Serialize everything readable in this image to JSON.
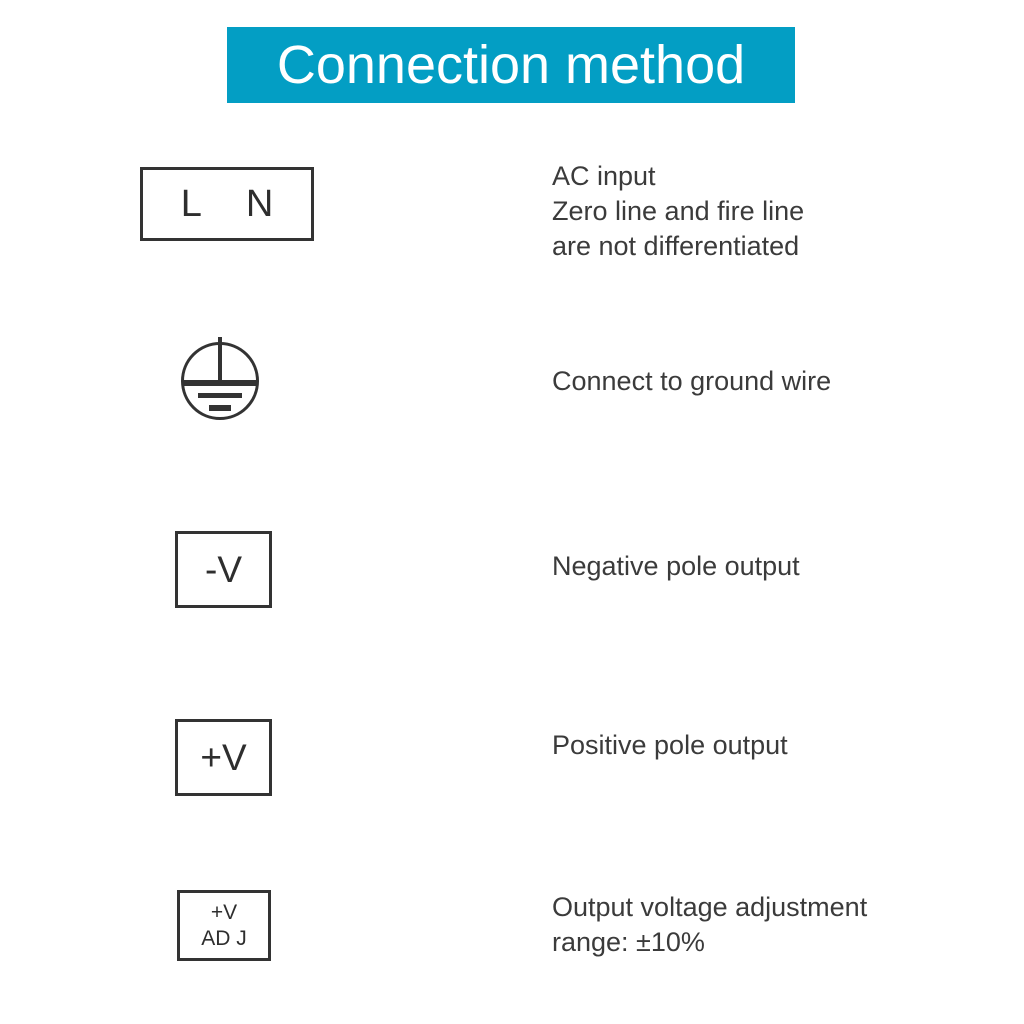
{
  "header": {
    "title": "Connection method",
    "background_color": "#039ec4",
    "text_color": "#ffffff"
  },
  "theme": {
    "page_background": "#ffffff",
    "text_color": "#3b3b3b",
    "line_color": "#333333"
  },
  "rows": [
    {
      "id": "ac-input",
      "symbol_type": "terminal-box",
      "symbol_labels": [
        "L",
        "N"
      ],
      "description": "AC input\nZero line and fire line\nare not differentiated"
    },
    {
      "id": "ground",
      "symbol_type": "protective-earth-symbol",
      "symbol_labels": [],
      "description": "Connect to ground wire"
    },
    {
      "id": "negative-output",
      "symbol_type": "terminal-box",
      "symbol_labels": [
        "-V"
      ],
      "description": "Negative pole output"
    },
    {
      "id": "positive-output",
      "symbol_type": "terminal-box",
      "symbol_labels": [
        "+V"
      ],
      "description": "Positive pole output"
    },
    {
      "id": "voltage-adjust",
      "symbol_type": "terminal-box",
      "symbol_labels": [
        "+V",
        "AD J"
      ],
      "description": "Output voltage adjustment\nrange: ±10%"
    }
  ]
}
